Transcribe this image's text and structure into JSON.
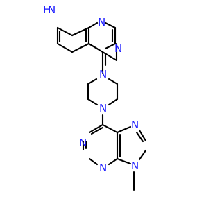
{
  "molecule": {
    "atom_labels": {
      "n_pyrrole_h": "H",
      "n_pyrrole": "N",
      "n_pyrimidine_top": "N",
      "n_pyrimidine_mid": "N",
      "n_piperazine_top": "N",
      "n_piperazine_bottom": "N",
      "n_purine_left_top": "N",
      "n_purine_left_bottom": "N",
      "n_purine_right_top": "N",
      "n_purine_right_bottom": "N"
    },
    "methyl_group": "CH3"
  },
  "colors": {
    "bond": "#000000",
    "nitrogen": "#1a1aff",
    "background": "#ffffff"
  }
}
